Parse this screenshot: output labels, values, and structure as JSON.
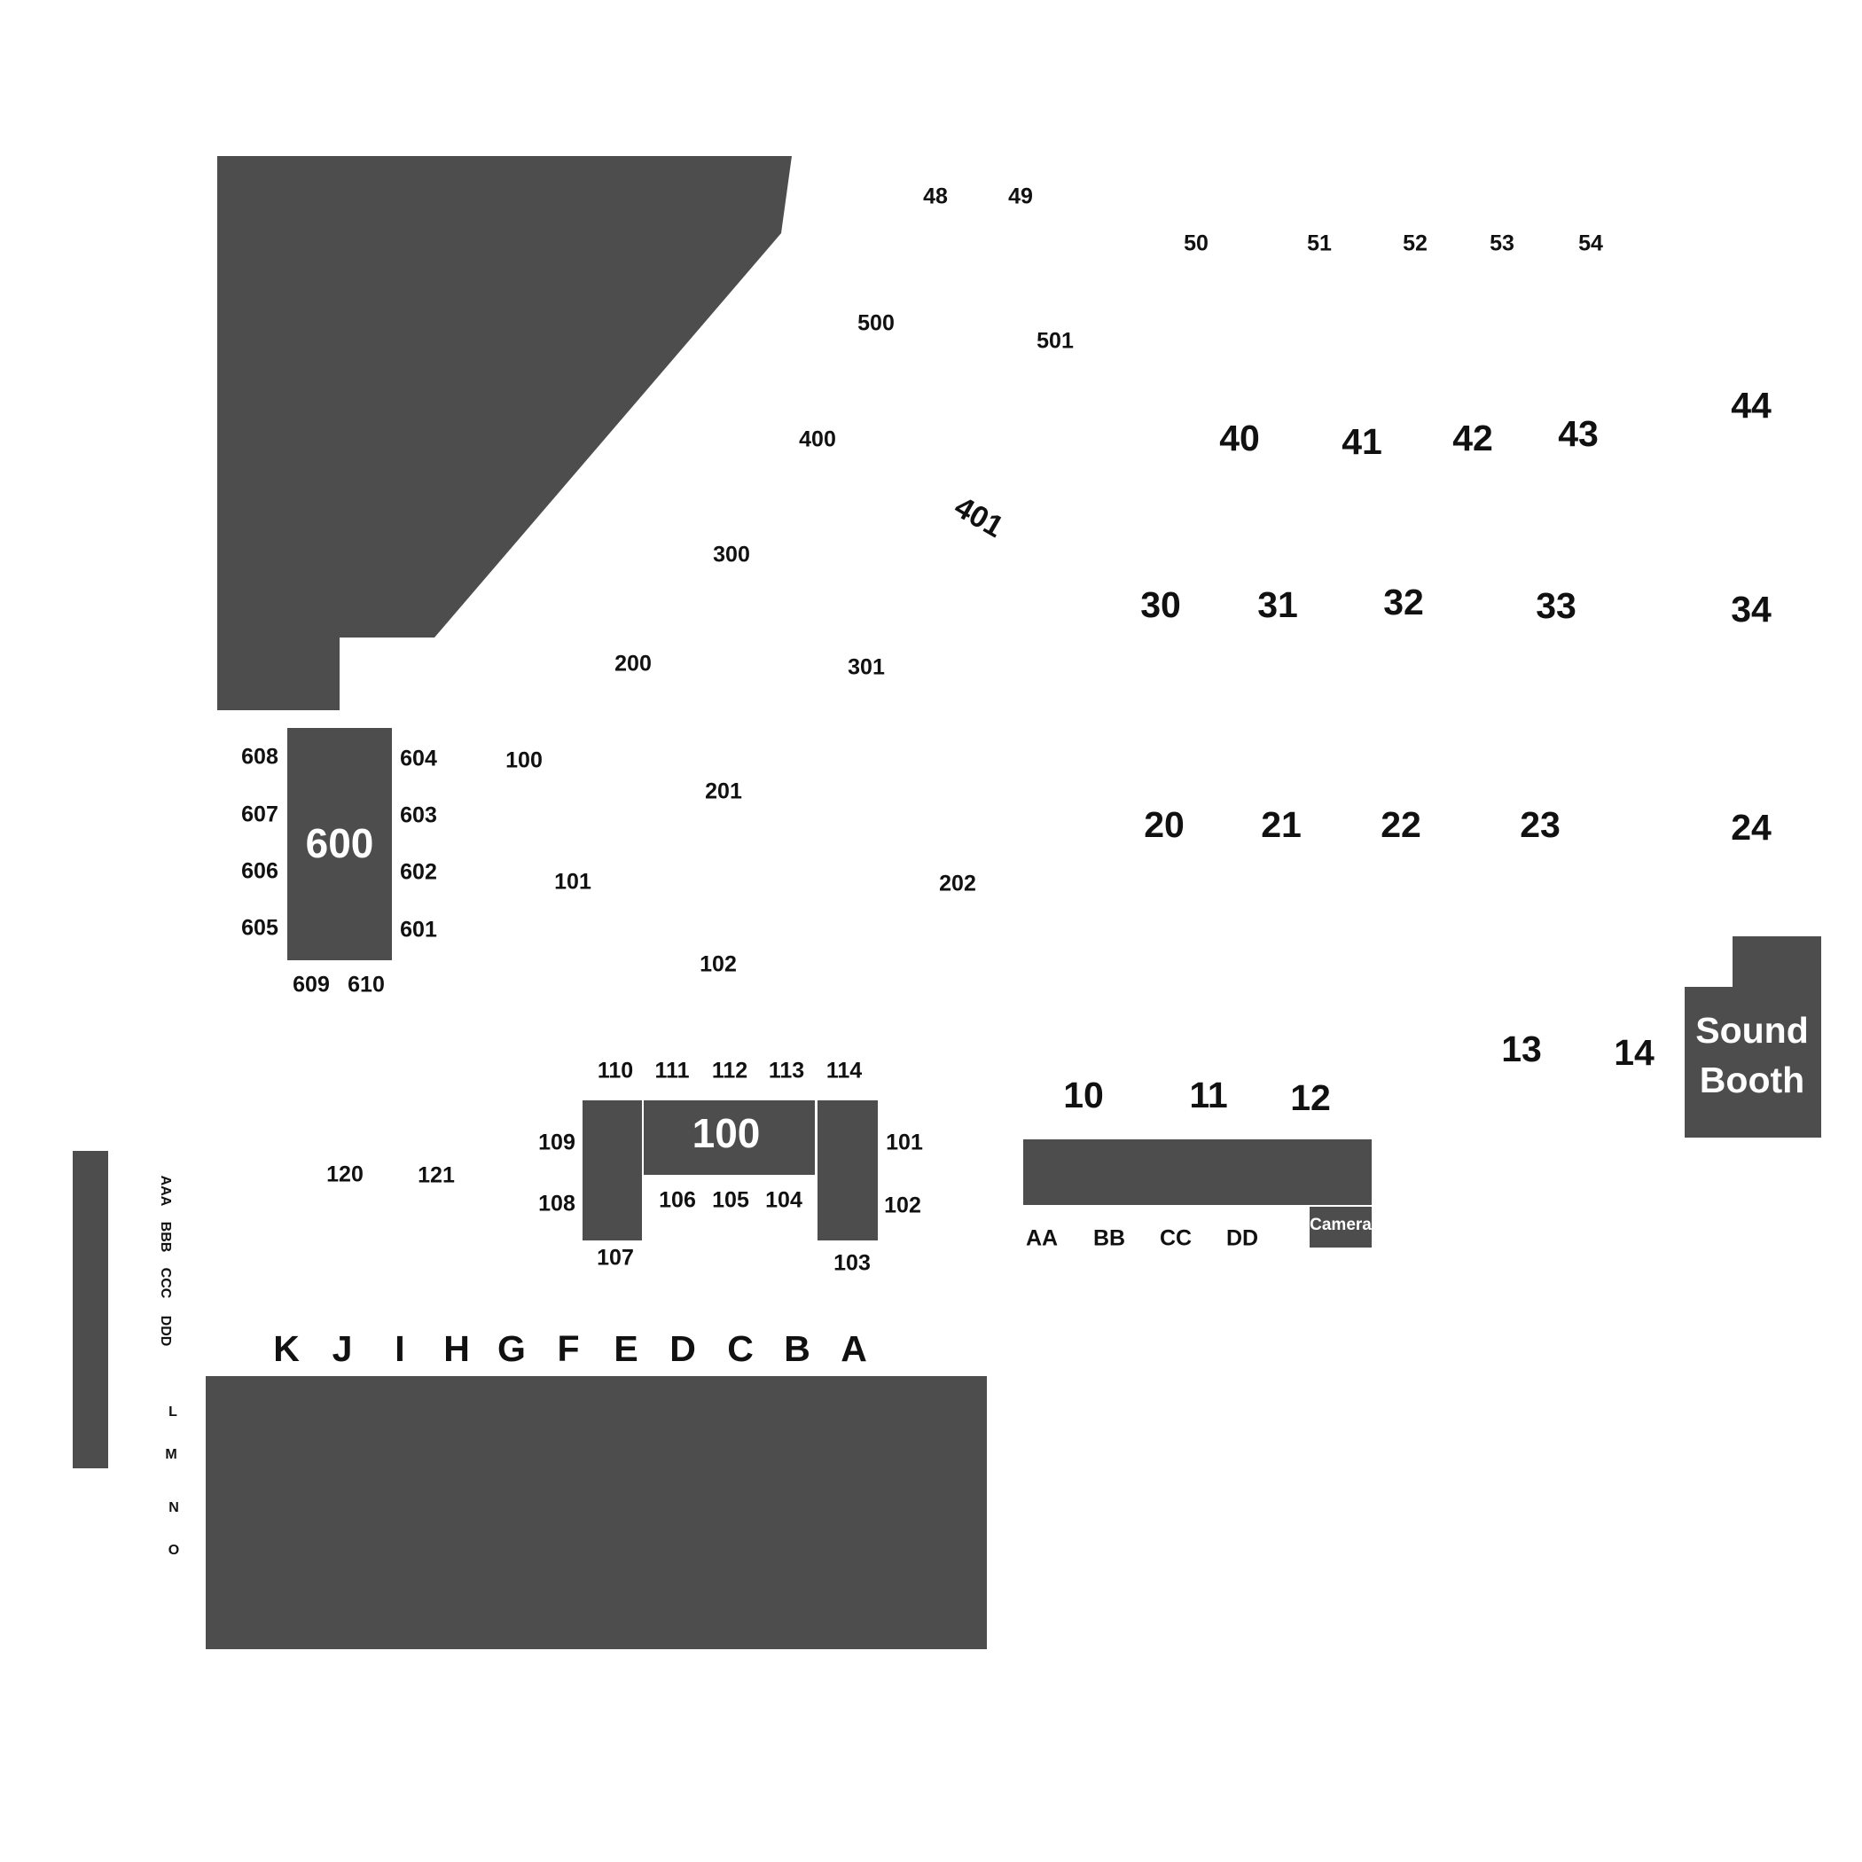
{
  "colors": {
    "block": "#4d4d4d",
    "background": "#ffffff",
    "label": "#111111",
    "label_on_block": "#ffffff"
  },
  "blocks": {
    "sound_booth_line1": "Sound",
    "sound_booth_line2": "Booth",
    "camera": "Camera",
    "block_600": "600",
    "block_100": "100"
  },
  "sections": {
    "s48": "48",
    "s49": "49",
    "s50": "50",
    "s51": "51",
    "s52": "52",
    "s53": "53",
    "s54": "54",
    "s500": "500",
    "s501": "501",
    "s400": "400",
    "s401": "401",
    "s40": "40",
    "s41": "41",
    "s42": "42",
    "s43": "43",
    "s44": "44",
    "s300": "300",
    "s301": "301",
    "s30": "30",
    "s31": "31",
    "s32": "32",
    "s33": "33",
    "s34": "34",
    "s200": "200",
    "s201": "201",
    "s202": "202",
    "s20": "20",
    "s21": "21",
    "s22": "22",
    "s23": "23",
    "s24": "24",
    "s100": "100",
    "s101": "101",
    "s102": "102",
    "s608": "608",
    "s607": "607",
    "s606": "606",
    "s605": "605",
    "s604": "604",
    "s603": "603",
    "s602": "602",
    "s601": "601",
    "s609": "609",
    "s610": "610",
    "s13": "13",
    "s14": "14",
    "s10": "10",
    "s11": "11",
    "s12": "12",
    "s110": "110",
    "s111": "111",
    "s112": "112",
    "s113": "113",
    "s114": "114",
    "s109": "109",
    "s108": "108",
    "s107": "107",
    "s106": "106",
    "s105": "105",
    "s104": "104",
    "s101b": "101",
    "s102b": "102",
    "s103": "103",
    "s120": "120",
    "s121": "121",
    "sAA": "AA",
    "sBB": "BB",
    "sCC": "CC",
    "sDD": "DD"
  },
  "rows_top": [
    "K",
    "J",
    "I",
    "H",
    "G",
    "F",
    "E",
    "D",
    "C",
    "B",
    "A"
  ],
  "rows_side_rotated": [
    "AAA",
    "BBB",
    "CCC",
    "DDD"
  ],
  "rows_side": [
    "L",
    "M",
    "N",
    "O"
  ]
}
